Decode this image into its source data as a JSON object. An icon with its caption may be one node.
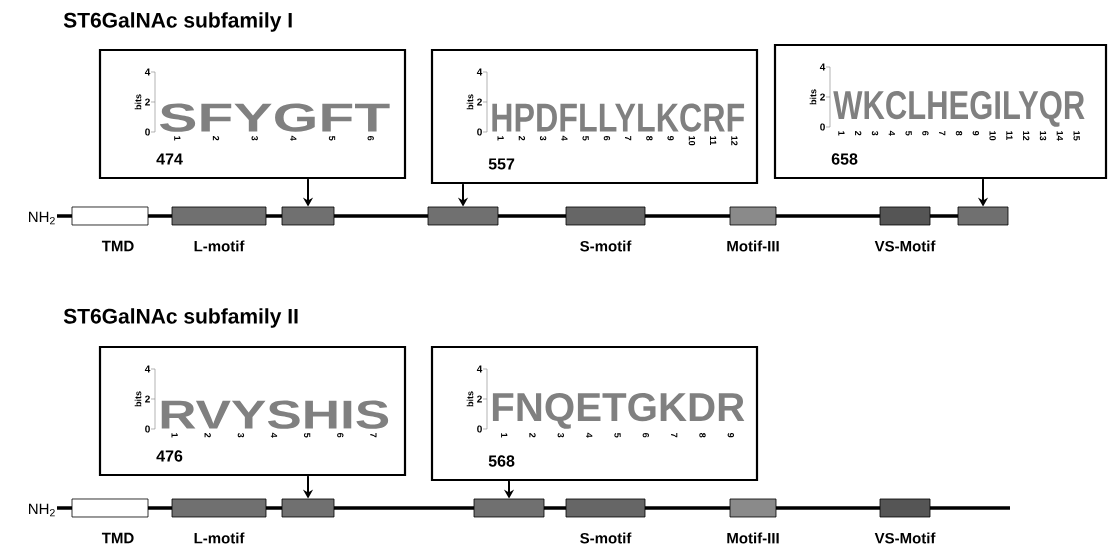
{
  "diagram": {
    "nodes": [
      {
        "text": [
          "474"
        ]
      },
      {
        "text": [
          "557"
        ]
      },
      {
        "text": [
          "658"
        ]
      },
      {
        "text": [],
        "shape": "box",
        "beside": [
          "TMD"
        ]
      },
      {
        "text": [],
        "shape": "box",
        "beside": [
          "L-motif"
        ]
      },
      {
        "text": [],
        "shape": "box"
      },
      {
        "text": [],
        "shape": "box"
      },
      {
        "text": [],
        "shape": "box",
        "beside": [
          "S-motif"
        ]
      },
      {
        "text": [],
        "shape": "box",
        "beside": [
          "Motif-III"
        ]
      },
      {
        "text": [],
        "shape": "box",
        "beside": [
          "VS-Motif"
        ]
      },
      {
        "text": [],
        "shape": "box"
      },
      {
        "text": [
          "476"
        ]
      },
      {
        "text": [
          "568"
        ]
      },
      {
        "text": [],
        "shape": "box",
        "beside": [
          "TMD"
        ]
      },
      {
        "text": [],
        "shape": "box",
        "beside": [
          "L-motif"
        ]
      },
      {
        "text": [],
        "shape": "box"
      },
      {
        "text": [],
        "shape": "box"
      },
      {
        "text": [],
        "shape": "box",
        "beside": [
          "S-motif"
        ]
      },
      {
        "text": [],
        "shape": "box",
        "beside": [
          "Motif-III"
        ]
      },
      {
        "text": [],
        "shape": "box",
        "beside": [
          "VS-Motif"
        ]
      }
    ],
    "edges": [
      {
        "from": 0,
        "to": 5,
        "arrow": "to"
      },
      {
        "from": 1,
        "to": 6,
        "arrow": "to"
      },
      {
        "from": 2,
        "to": 10,
        "arrow": "to"
      },
      {
        "from": 11,
        "to": 15,
        "arrow": "to"
      },
      {
        "from": 12,
        "to": 16,
        "arrow": "to"
      }
    ],
    "labels": [
      "ST6GalNAc subfamily I",
      "bits",
      "4",
      "2",
      "0",
      "SFYGFT",
      "1",
      "2",
      "3",
      "4",
      "5",
      "6",
      "bits",
      "4",
      "2",
      "0",
      "HPDFLLYLKCRF",
      "1",
      "2",
      "3",
      "4",
      "5",
      "6",
      "7",
      "8",
      "9",
      "10",
      "11",
      "12",
      "bits",
      "4",
      "2",
      "0",
      "WKCLHEGILYQR",
      "1",
      "2",
      "3",
      "4",
      "5",
      "6",
      "7",
      "8",
      "9",
      "10",
      "11",
      "12",
      "13",
      "14",
      "15",
      "NH$_{2}$",
      "ST6GalNAc subfamily II",
      "bits",
      "4",
      "2",
      "0",
      "RVYSHIS",
      "1",
      "2",
      "3",
      "4",
      "5",
      "6",
      "7",
      "bits",
      "4",
      "2",
      "0",
      "FNQETGKDR",
      "1",
      "2",
      "3",
      "4",
      "5",
      "6",
      "7",
      "8",
      "9",
      "NH$_{2}$"
    ]
  }
}
